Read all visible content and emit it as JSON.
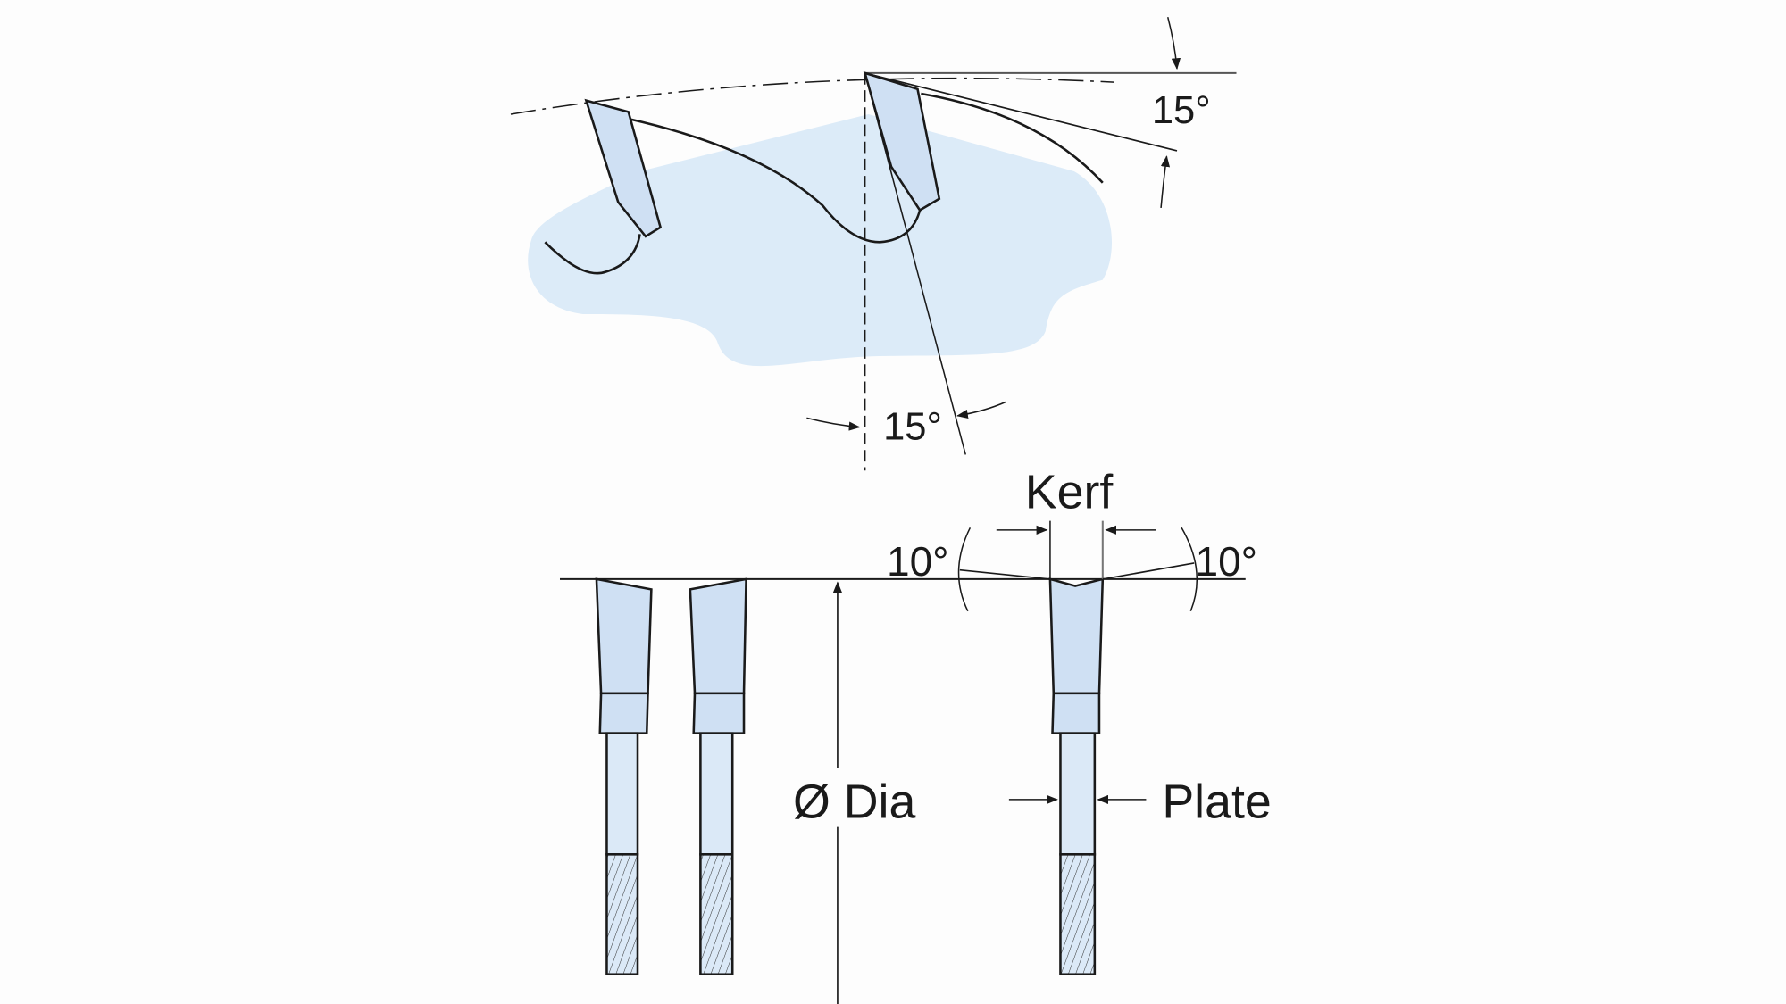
{
  "labels": {
    "hook_angle": "15°",
    "clearance_angle": "15°",
    "kerf": "Kerf",
    "left_bevel": "10°",
    "right_bevel": "10°",
    "diameter": "Ø Dia",
    "plate": "Plate"
  },
  "colors": {
    "blade_fill": "#dcebf8",
    "tip_fill": "#cfe0f3",
    "plate_fill": "#dbe9f7",
    "line": "#1a1a1a"
  }
}
